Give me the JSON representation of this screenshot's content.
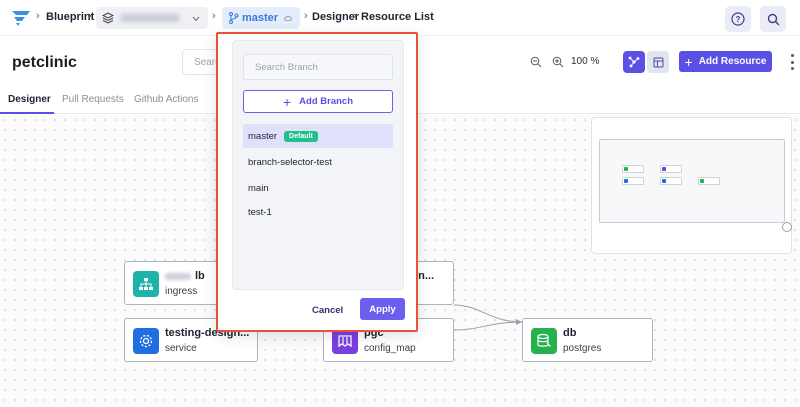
{
  "topbar": {
    "crumbs": [
      "Blueprint",
      "master",
      "Designer",
      "Resource List"
    ],
    "branch_label": "master"
  },
  "header": {
    "title": "petclinic",
    "search_placeholder_visible": "Searc",
    "zoom_level": "100 %",
    "add_resource_label": "Add Resource"
  },
  "tabs": [
    "Designer",
    "Pull Requests",
    "Github Actions"
  ],
  "nodes": [
    {
      "title": "lb",
      "sub": "ingress",
      "icon": "network-icon",
      "color": "#1db3a8"
    },
    {
      "title": "lin...",
      "sub": "",
      "icon": "",
      "color": ""
    },
    {
      "title": "testing-design...",
      "sub": "service",
      "icon": "gear-icon",
      "color": "#1f6fe0"
    },
    {
      "title": "pgc",
      "sub": "config_map",
      "icon": "columns-icon",
      "color": "#7a3fe0"
    },
    {
      "title": "db",
      "sub": "postgres",
      "icon": "database-icon",
      "color": "#25b14d"
    }
  ],
  "branch_dropdown": {
    "search_placeholder": "Search Branch",
    "add_label": "Add Branch",
    "branches": [
      {
        "name": "master",
        "badge": "Default",
        "selected": true
      },
      {
        "name": "branch-selector-test",
        "badge": "",
        "selected": false
      },
      {
        "name": "main",
        "badge": "",
        "selected": false
      },
      {
        "name": "test-1",
        "badge": "",
        "selected": false
      }
    ],
    "cancel_label": "Cancel",
    "apply_label": "Apply"
  },
  "colors": {
    "accent": "#5b50e6",
    "highlight_border": "#e5533d",
    "default_badge": "#1fc08a"
  }
}
